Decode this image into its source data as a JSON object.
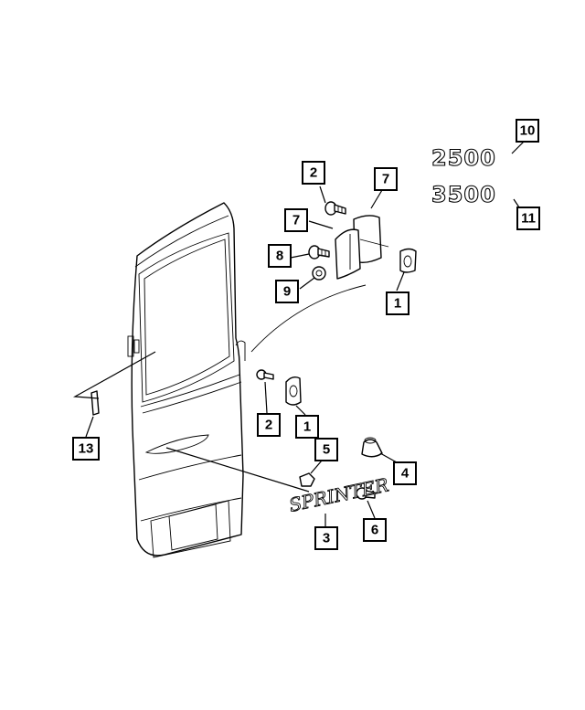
{
  "callouts": {
    "c10": "10",
    "c2_top": "2",
    "c7_right": "7",
    "c7_left": "7",
    "c11": "11",
    "c8": "8",
    "c9": "9",
    "c1_top": "1",
    "c2_mid": "2",
    "c1_mid": "1",
    "c5": "5",
    "c4": "4",
    "c13": "13",
    "c3": "3",
    "c6": "6"
  },
  "badges": {
    "badge_2500": "2500",
    "badge_3500": "3500",
    "script_emblem": "SPRINTER"
  }
}
